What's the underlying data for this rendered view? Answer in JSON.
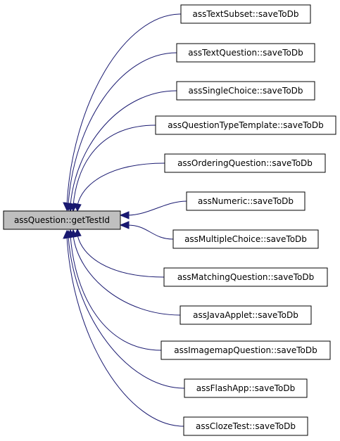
{
  "diagram": {
    "colors": {
      "root_fill": "#bfbfbf",
      "node_fill": "#ffffff",
      "border": "#000000",
      "edge": "#191970"
    },
    "root": {
      "label": "assQuestion::getTestId"
    },
    "callers": [
      {
        "label": "assTextSubset::saveToDb"
      },
      {
        "label": "assTextQuestion::saveToDb"
      },
      {
        "label": "assSingleChoice::saveToDb"
      },
      {
        "label": "assQuestionTypeTemplate::saveToDb"
      },
      {
        "label": "assOrderingQuestion::saveToDb"
      },
      {
        "label": "assNumeric::saveToDb"
      },
      {
        "label": "assMultipleChoice::saveToDb"
      },
      {
        "label": "assMatchingQuestion::saveToDb"
      },
      {
        "label": "assJavaApplet::saveToDb"
      },
      {
        "label": "assImagemapQuestion::saveToDb"
      },
      {
        "label": "assFlashApp::saveToDb"
      },
      {
        "label": "assClozeTest::saveToDb"
      }
    ]
  }
}
